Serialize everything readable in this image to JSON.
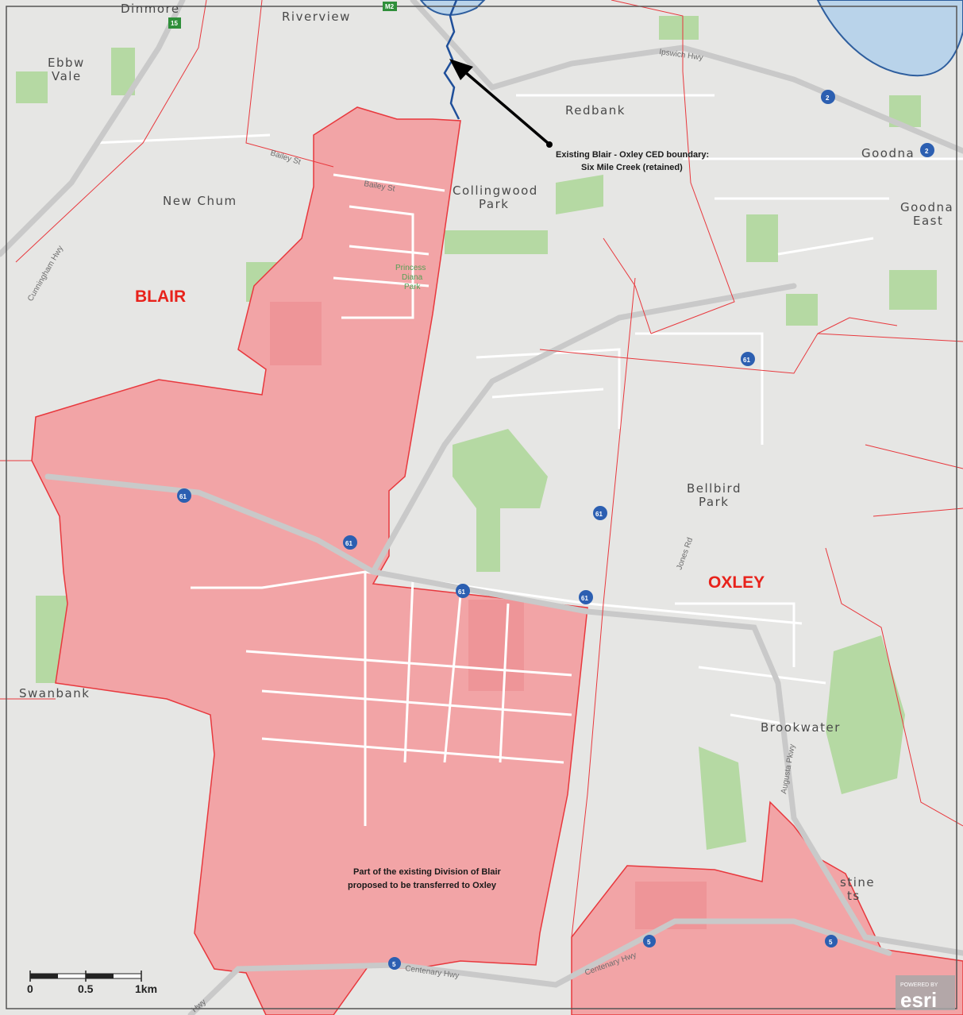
{
  "map": {
    "places": {
      "dinmore": "Dinmore",
      "riverview": "Riverview",
      "ebbw_vale": "Ebbw\nVale",
      "redbank": "Redbank",
      "goodna": "Goodna",
      "new_chum": "New Chum",
      "collingwood_park": "Collingwood\nPark",
      "goodna_east": "Goodna\nEast",
      "bellbird_park": "Bellbird\nPark",
      "swanbank": "Swanbank",
      "brookwater": "Brookwater",
      "augustine_heights_partial": "stine\nts"
    },
    "roads": {
      "ipswich_hwy": "Ipswich Hwy",
      "bailey_st_1": "Bailey St",
      "bailey_st_2": "Bailey St",
      "cunningham_hwy": "Cunningham Hwy",
      "jones_rd": "Jones Rd",
      "augusta_pkwy": "Augusta Pkwy",
      "centenary_hwy_1": "Centenary Hwy",
      "centenary_hwy_2": "Centenary Hwy",
      "hwy_partial": "Hwy"
    },
    "parks": {
      "princess_diana_park": "Princess\nDiana\nPark"
    },
    "shields": {
      "m2_top": "M2",
      "r15": "15",
      "r2_a": "2",
      "r2_b": "2",
      "r61_a": "61",
      "r61_b": "61",
      "r61_c": "61",
      "r61_d": "61",
      "r61_e": "61",
      "r61_f": "61",
      "r5_a": "5",
      "r5_b": "5",
      "r5_c": "5"
    },
    "divisions": {
      "blair": "BLAIR",
      "oxley": "OXLEY"
    },
    "annotations": {
      "boundary_note_line1": "Existing Blair - Oxley CED boundary:",
      "boundary_note_line2": "Six Mile Creek (retained)",
      "transfer_note_line1": "Part of the existing Division of Blair",
      "transfer_note_line2": "proposed to be transferred to Oxley"
    },
    "scale_bar": {
      "label_0": "0",
      "label_mid": "0.5",
      "label_end": "1km"
    },
    "logo": {
      "powered_by": "POWERED BY",
      "brand": "esri"
    },
    "colors": {
      "land": "#e6e6e4",
      "park": "#b5d9a3",
      "water": "#b9d3ea",
      "roads": "#ffffff",
      "highway": "#c9c9c9",
      "transfer_area": "#f2a4a6",
      "boundary": "#e8383d",
      "division_label": "#e8221b",
      "creek": "#1f4f9a"
    }
  }
}
